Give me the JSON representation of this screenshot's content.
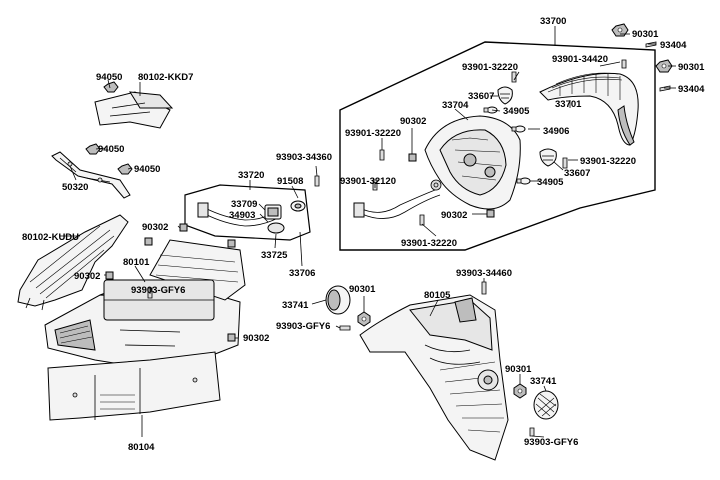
{
  "labels": {
    "p33700": "33700",
    "p90301a": "90301",
    "p33404a": "93404",
    "p90301b": "90301",
    "p93404b": "93404",
    "p93901_34420": "93901-34420",
    "p93901_32220a": "93901-32220",
    "p33607a": "33607",
    "p90302a": "90302",
    "p33704": "33704",
    "p34905a": "34905",
    "p33701": "33701",
    "p93901_32220b": "93901-32220",
    "p34906": "34906",
    "p93901_32220c": "93901-32220",
    "p33607b": "33607",
    "p93901_32120": "93901-32120",
    "p34905b": "34905",
    "p90302b": "90302",
    "p93901_32220d": "93901-32220",
    "p94050a": "94050",
    "p80102_KKD7": "80102-KKD7",
    "p94050b": "94050",
    "p94050c": "94050",
    "p50320": "50320",
    "p93903_34360": "93903-34360",
    "p33720": "33720",
    "p91508": "91508",
    "p33709": "33709",
    "p34903": "34903",
    "p33725": "33725",
    "p33706": "33706",
    "p90302c": "90302",
    "p80102_KUDU": "80102-KUDU",
    "p80101": "80101",
    "p90302d": "90302",
    "p93903_GFY6a": "93903-GFY6",
    "p90302e": "90302",
    "p80104": "80104",
    "p33741a": "33741",
    "p90301c": "90301",
    "p93903_GFY6b": "93903-GFY6",
    "p80105": "80105",
    "p93903_34460": "93903-34460",
    "p90301d": "90301",
    "p33741b": "33741",
    "p93903_GFY6c": "93903-GFY6"
  }
}
